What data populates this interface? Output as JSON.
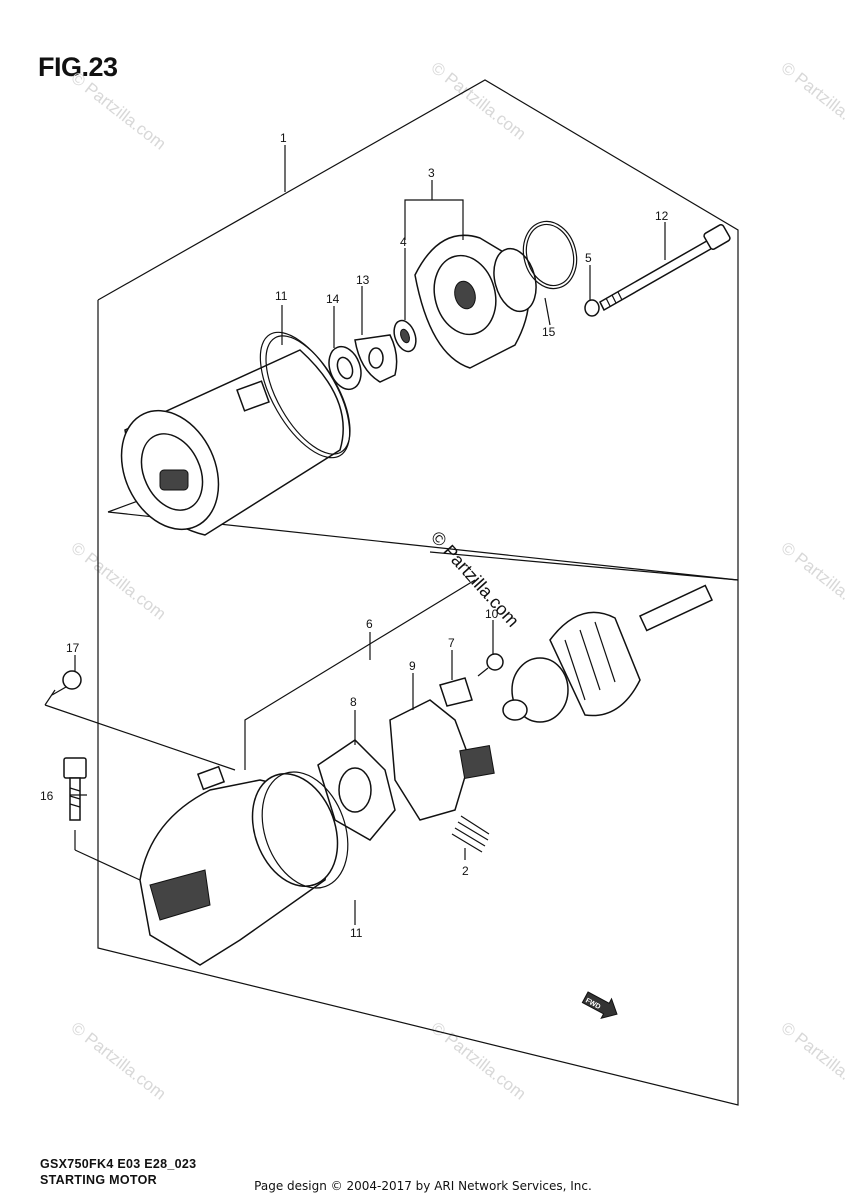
{
  "figure": {
    "title": "FIG.23",
    "model_code": "GSX750FK4 E03 E28_023",
    "assembly_name": "STARTING MOTOR"
  },
  "callouts": {
    "c1": "1",
    "c2": "2",
    "c3": "3",
    "c4": "4",
    "c5": "5",
    "c6": "6",
    "c7": "7",
    "c8": "8",
    "c9": "9",
    "c10": "10",
    "c11a": "11",
    "c11b": "11",
    "c12": "12",
    "c13": "13",
    "c14": "14",
    "c15": "15",
    "c16": "16",
    "c17": "17"
  },
  "direction_arrow": {
    "label": "FWD"
  },
  "watermark": {
    "text": "© Partzilla.com",
    "center_text": "© Partzilla.com"
  },
  "footer": {
    "text": "Page design © 2004-2017 by ARI Network Services, Inc."
  },
  "colors": {
    "ink": "#111111",
    "watermark": "#d8d8d8",
    "background": "#ffffff"
  }
}
